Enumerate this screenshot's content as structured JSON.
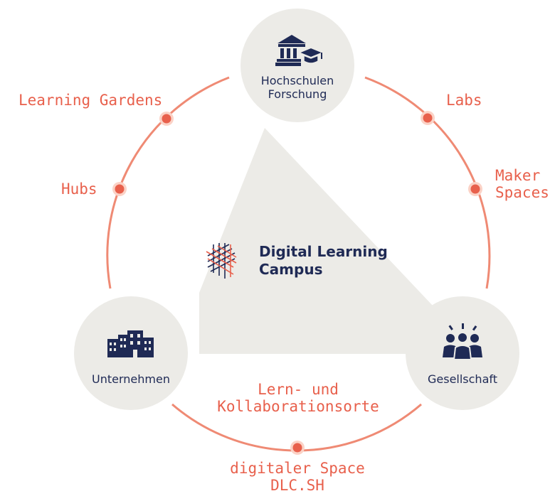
{
  "colors": {
    "accent": "#e8604c",
    "navy": "#1f2a55",
    "circle_fill": "#ecebe7",
    "triangle_fill": "#ecebe7"
  },
  "center": {
    "title_line1": "Digital Learning",
    "title_line2": "Campus",
    "icon": "lattice-logo-icon"
  },
  "nodes": {
    "top": {
      "line1": "Hochschulen",
      "line2": "Forschung",
      "icon": "university-graduation-icon"
    },
    "left": {
      "label": "Unternehmen",
      "icon": "office-buildings-icon"
    },
    "right": {
      "label": "Gesellschaft",
      "icon": "people-group-icon"
    }
  },
  "ring_labels": {
    "learning_gardens": "Learning Gardens",
    "hubs": "Hubs",
    "labs": "Labs",
    "maker_line1": "Maker",
    "maker_line2": "Spaces",
    "lern_line1": "Lern- und",
    "lern_line2": "Kollaborationsorte",
    "digital_line1": "digitaler Space",
    "digital_line2": "DLC.SH"
  }
}
